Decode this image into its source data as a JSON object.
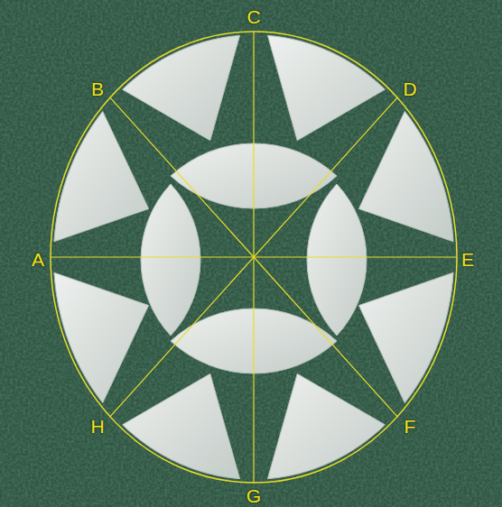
{
  "diagram": {
    "labels": [
      "C",
      "B",
      "D",
      "A",
      "E",
      "H",
      "F",
      "G"
    ]
  }
}
